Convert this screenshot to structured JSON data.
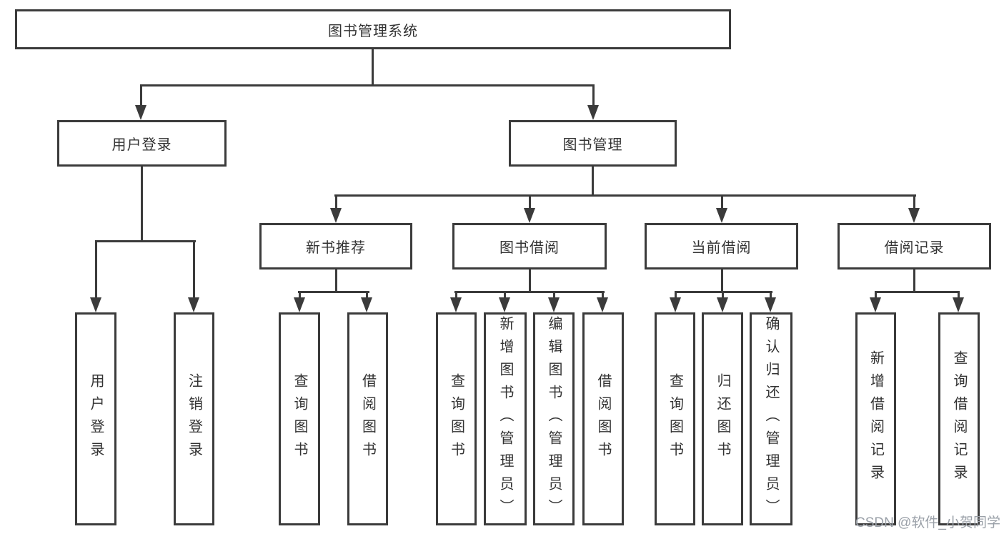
{
  "diagram": {
    "root": {
      "label": "图书管理系统"
    },
    "level2": [
      {
        "label": "用户登录",
        "children": [
          {
            "label": "用户登录"
          },
          {
            "label": "注销登录"
          }
        ]
      },
      {
        "label": "图书管理",
        "children": [
          {
            "label": "新书推荐",
            "children": [
              {
                "label": "查询图书"
              },
              {
                "label": "借阅图书"
              }
            ]
          },
          {
            "label": "图书借阅",
            "children": [
              {
                "label": "查询图书"
              },
              {
                "label": "新增图书（管理员）"
              },
              {
                "label": "编辑图书（管理员）"
              },
              {
                "label": "借阅图书"
              }
            ]
          },
          {
            "label": "当前借阅",
            "children": [
              {
                "label": "查询图书"
              },
              {
                "label": "归还图书"
              },
              {
                "label": "确认归还（管理员）"
              }
            ]
          },
          {
            "label": "借阅记录",
            "children": [
              {
                "label": "新增借阅记录"
              },
              {
                "label": "查询借阅记录"
              }
            ]
          }
        ]
      }
    ]
  },
  "watermark": "CSDN @软件_小贺同学",
  "colors": {
    "line": "#3b3b3b",
    "text": "#333333",
    "watermark_color": "#9aa0a8",
    "background": "#ffffff"
  }
}
